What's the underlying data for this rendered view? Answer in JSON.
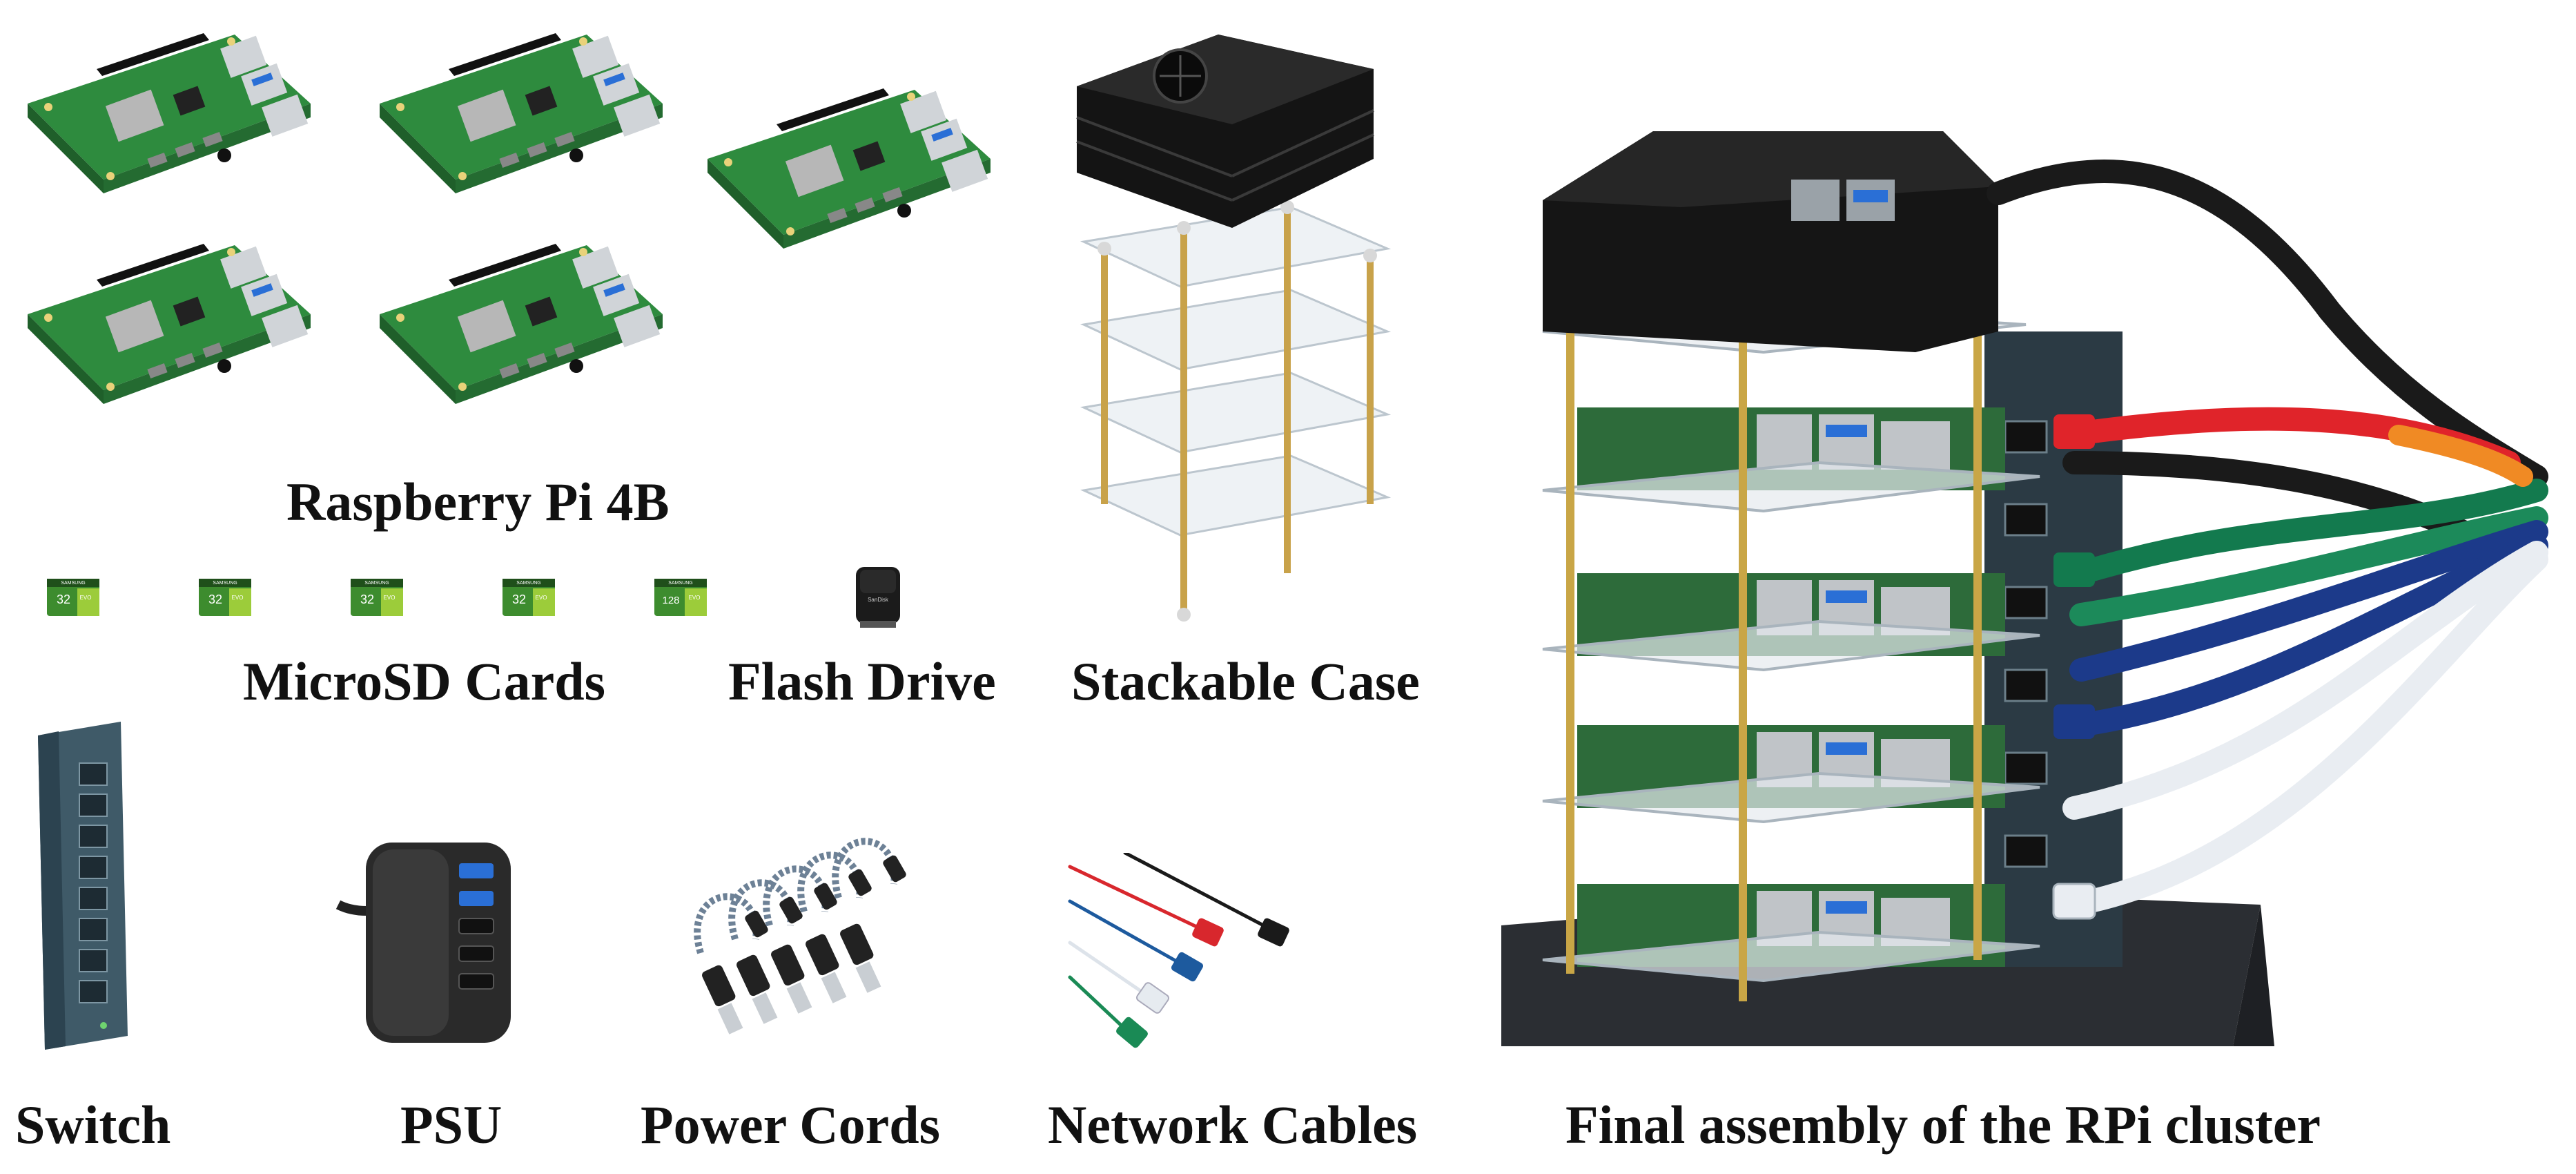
{
  "labels": {
    "rpi": "Raspberry Pi 4B",
    "microsd": "MicroSD Cards",
    "flash": "Flash Drive",
    "case": "Stackable Case",
    "switch": "Switch",
    "psu": "PSU",
    "power": "Power Cords",
    "network": "Network Cables",
    "final": "Final assembly of the RPi cluster"
  },
  "sd_cards": [
    {
      "brand": "SAMSUNG",
      "capacity": "32",
      "line": "EVO"
    },
    {
      "brand": "SAMSUNG",
      "capacity": "32",
      "line": "EVO"
    },
    {
      "brand": "SAMSUNG",
      "capacity": "32",
      "line": "EVO"
    },
    {
      "brand": "SAMSUNG",
      "capacity": "32",
      "line": "EVO"
    },
    {
      "brand": "SAMSUNG",
      "capacity": "128",
      "line": "EVO"
    }
  ],
  "flash_brand": "SanDisk",
  "colors": {
    "pcb": "#2e8b3e",
    "cable_red": "#e0242a",
    "cable_black": "#1a1a1a",
    "cable_blue": "#1c3a8a",
    "cable_green": "#137a4e",
    "cable_white": "#e9edf2"
  }
}
